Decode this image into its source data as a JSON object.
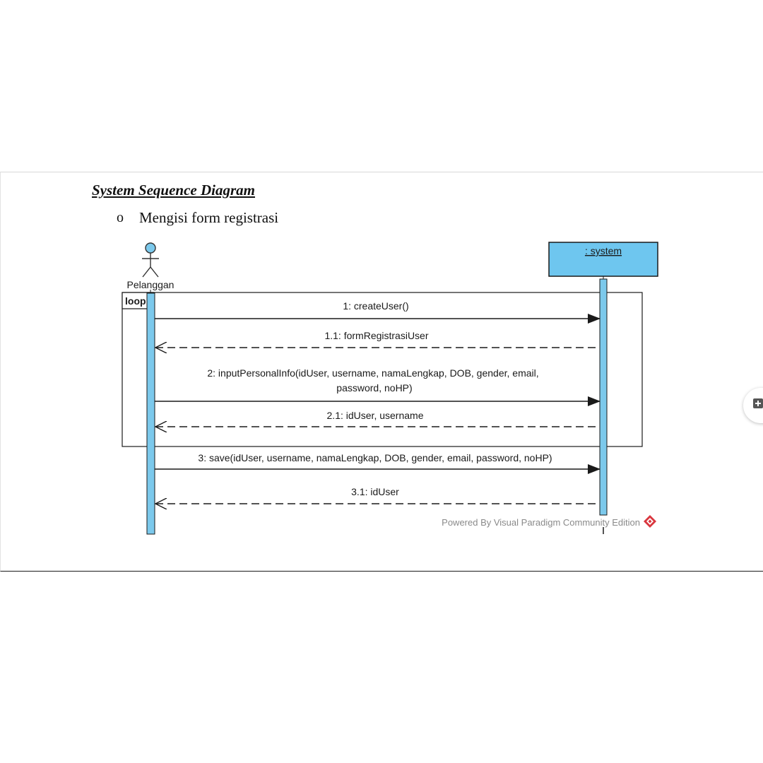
{
  "document": {
    "heading": "System Sequence Diagram",
    "bullet_marker": "o",
    "subheading": "Mengisi form registrasi"
  },
  "diagram": {
    "actor": {
      "name": "Pelanggan"
    },
    "lifeline": {
      "name": ": system"
    },
    "fragment": {
      "operator": "loop"
    },
    "messages": [
      {
        "id": "m1",
        "label": "1: createUser()",
        "kind": "call"
      },
      {
        "id": "m1_1",
        "label": "1.1: formRegistrasiUser",
        "kind": "return"
      },
      {
        "id": "m2",
        "label_line1": "2: inputPersonalInfo(idUser, username, namaLengkap, DOB, gender, email,",
        "label_line2": "password, noHP)",
        "kind": "call"
      },
      {
        "id": "m2_1",
        "label": "2.1: idUser, username",
        "kind": "return"
      },
      {
        "id": "m3",
        "label": "3: save(idUser, username, namaLengkap, DOB, gender, email, password, noHP)",
        "kind": "call"
      },
      {
        "id": "m3_1",
        "label": "3.1: idUser",
        "kind": "return"
      }
    ],
    "watermark": "Powered By  Visual Paradigm Community Edition"
  },
  "colors": {
    "activation": "#7cc9ec",
    "system_box": "#6ec6ef",
    "line": "#1a1a1a",
    "logo_red": "#d9363e"
  },
  "icons": {
    "actor": "stick-figure-icon",
    "logo": "visual-paradigm-logo-icon",
    "side_button": "expand-icon"
  }
}
